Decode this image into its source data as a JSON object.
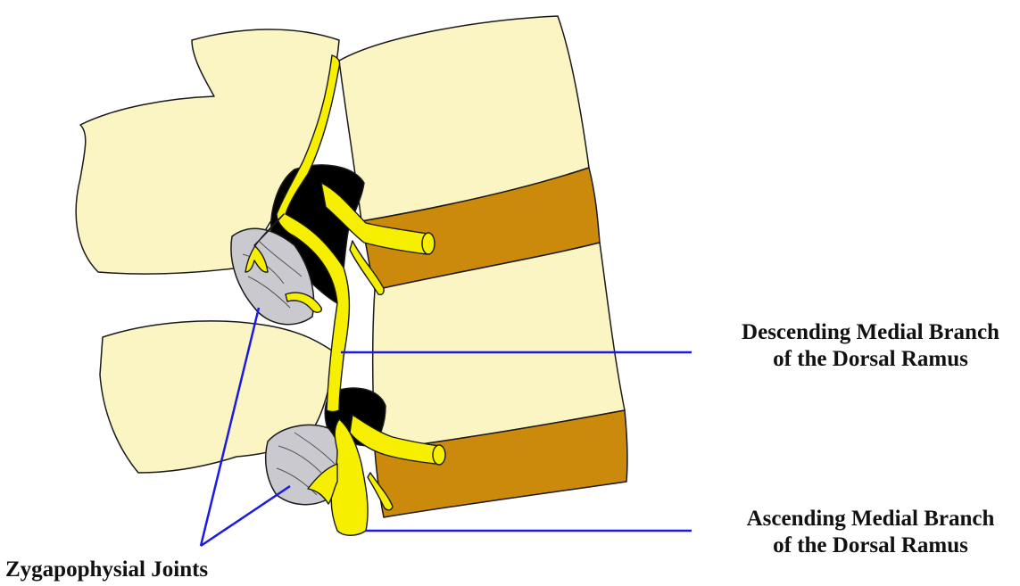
{
  "labels": {
    "descending": {
      "line1": "Descending Medial Branch",
      "line2": "of the Dorsal Ramus"
    },
    "ascending": {
      "line1": "Ascending Medial Branch",
      "line2": "of the Dorsal Ramus"
    },
    "zygapophysial": "Zygapophysial Joints"
  },
  "colors": {
    "bone": "#fbf5c4",
    "disc": "#cc8a0c",
    "nerve": "#f6f000",
    "foramen": "#000000",
    "joint": "#c9c9cf",
    "leader_line": "#1a1ae6",
    "outline": "#1a1a1a"
  }
}
